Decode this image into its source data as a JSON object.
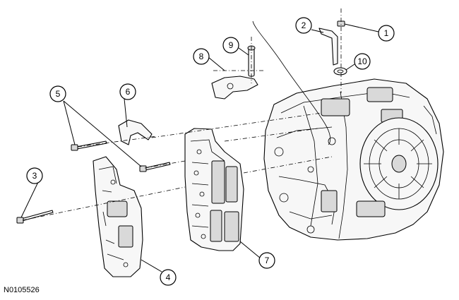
{
  "figure_id": "N0105526",
  "callouts": {
    "c1": "1",
    "c2": "2",
    "c3": "3",
    "c4": "4",
    "c5": "5",
    "c6": "6",
    "c7": "7",
    "c8": "8",
    "c9": "9",
    "c10": "10"
  }
}
